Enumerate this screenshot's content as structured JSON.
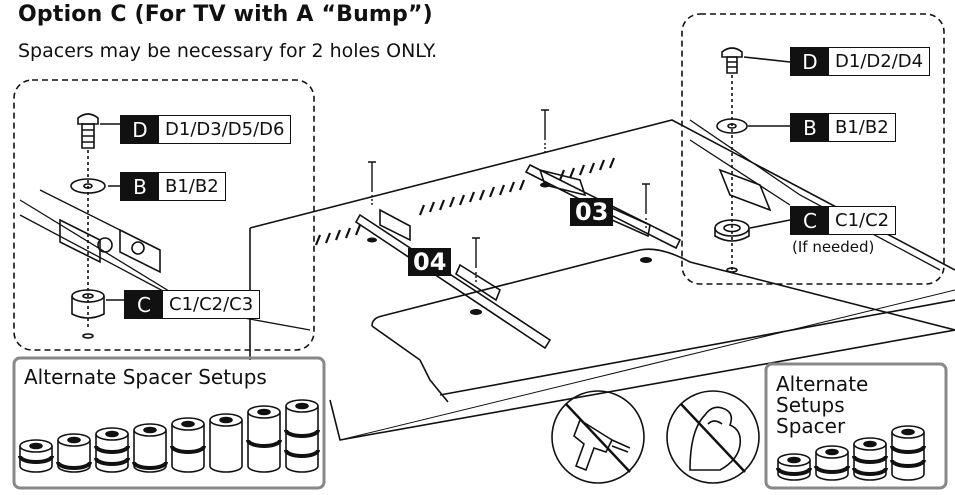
{
  "title": "Option C (For TV with A “Bump”)",
  "subtitle": "Spacers may be necessary for 2 holes ONLY.",
  "left_callout": {
    "screw": {
      "letter": "D",
      "parts": "D1/D3/D5/D6"
    },
    "washer": {
      "letter": "B",
      "parts": "B1/B2"
    },
    "spacer": {
      "letter": "C",
      "parts": "C1/C2/C3"
    }
  },
  "right_callout": {
    "screw": {
      "letter": "D",
      "parts": "D1/D2/D4"
    },
    "washer": {
      "letter": "B",
      "parts": "B1/B2"
    },
    "spacer": {
      "letter": "C",
      "parts": "C1/C2"
    },
    "note": "(If needed)"
  },
  "steps": {
    "left": "04",
    "right": "03"
  },
  "alt_left_label": "Alternate Spacer Setups",
  "alt_right_label": [
    "Alternate",
    "Setups",
    "Spacer"
  ],
  "icons": [
    "no-power-drill-icon",
    "no-excessive-force-icon"
  ]
}
